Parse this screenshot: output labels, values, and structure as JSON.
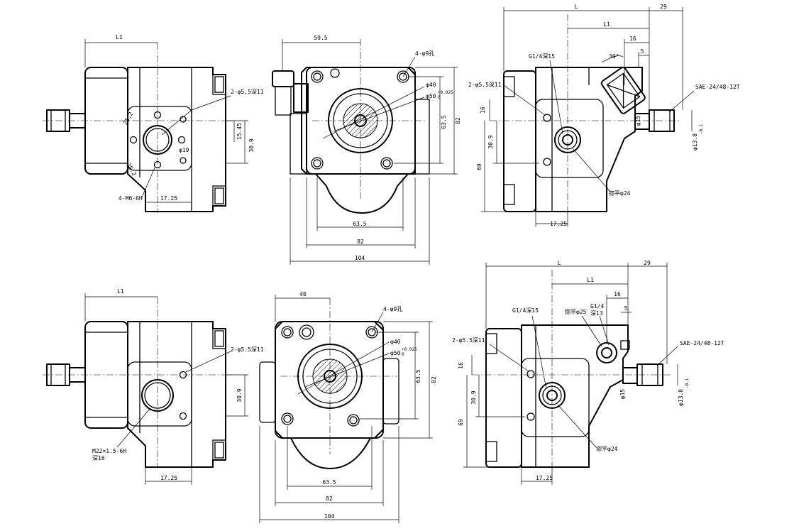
{
  "labels": {
    "dim_l": "L",
    "dim_l1": "L1",
    "dim_29": "29",
    "dim_16": "16",
    "dim_5": "5",
    "dim_30deg": "30°",
    "dim_59_5": "59.5",
    "dim_40": "40",
    "dim_63_5": "63.5",
    "dim_82": "82",
    "dim_104": "104",
    "dim_17_25": "17.25",
    "dim_30_9": "30.9",
    "dim_69": "69",
    "dim_15_45": "15.45",
    "dim_25_2": "25.2",
    "phi_15": "φ15",
    "phi_19": "φ19",
    "phi_40": "φ40",
    "phi_50": "φ50",
    "tol_50_up": "+0.025",
    "tol_50_lo": "0",
    "phi_13_8": "φ13.8",
    "tol_13_8": "-0.1",
    "holes_4x9": "4-φ9孔",
    "holes_2x5_5": "2-φ5.5深11",
    "thread_m6": "4-M6-6H",
    "thread_m22": "M22×1.5-6H",
    "thread_m22_depth": "深16",
    "port_g14_15": "G1/4深15",
    "port_g14": "G1/4",
    "port_g14_depth": "深13",
    "spotface_24": "锪平φ24",
    "spotface_25": "锪平φ25",
    "spline": "SAE-24/48-12T"
  }
}
